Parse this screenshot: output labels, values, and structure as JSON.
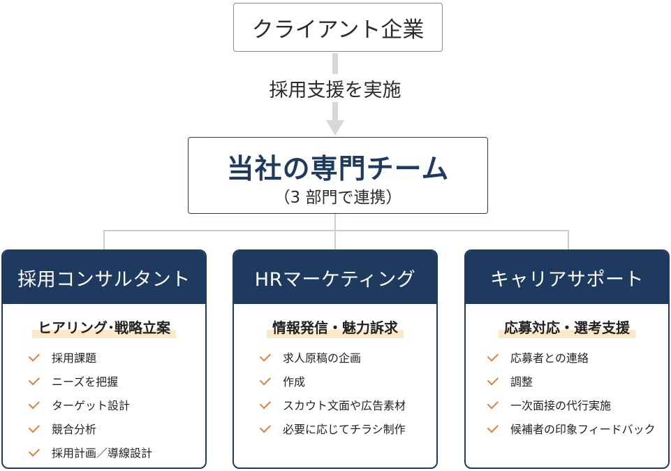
{
  "client": {
    "label": "クライアント企業"
  },
  "flow": {
    "label": "採用支援を実施"
  },
  "team": {
    "title": "当社の専門チーム",
    "subtitle": "（3 部門で連携）"
  },
  "departments": [
    {
      "title": "採用コンサルタント",
      "subtitle": "ヒアリング･戦略立案",
      "items": [
        "採用課題",
        "ニーズを把握",
        "ターゲット設計",
        "競合分析",
        "採用計画／導線設計"
      ]
    },
    {
      "title": "HRマーケティング",
      "subtitle": "情報発信・魅力訴求",
      "items": [
        "求人原稿の企画",
        "作成",
        "スカウト文面や広告素材",
        "必要に応じてチラシ制作"
      ]
    },
    {
      "title": "キャリアサポート",
      "subtitle": "応募対応・選考支援",
      "items": [
        "応募者との連絡",
        "調整",
        "一次面接の代行実施",
        "候補者の印象フィードバック"
      ]
    }
  ],
  "colors": {
    "navy": "#1f3a5f",
    "check": "#e0803a",
    "highlight": "#fbe8c6",
    "arrow": "#d8d8d8"
  }
}
